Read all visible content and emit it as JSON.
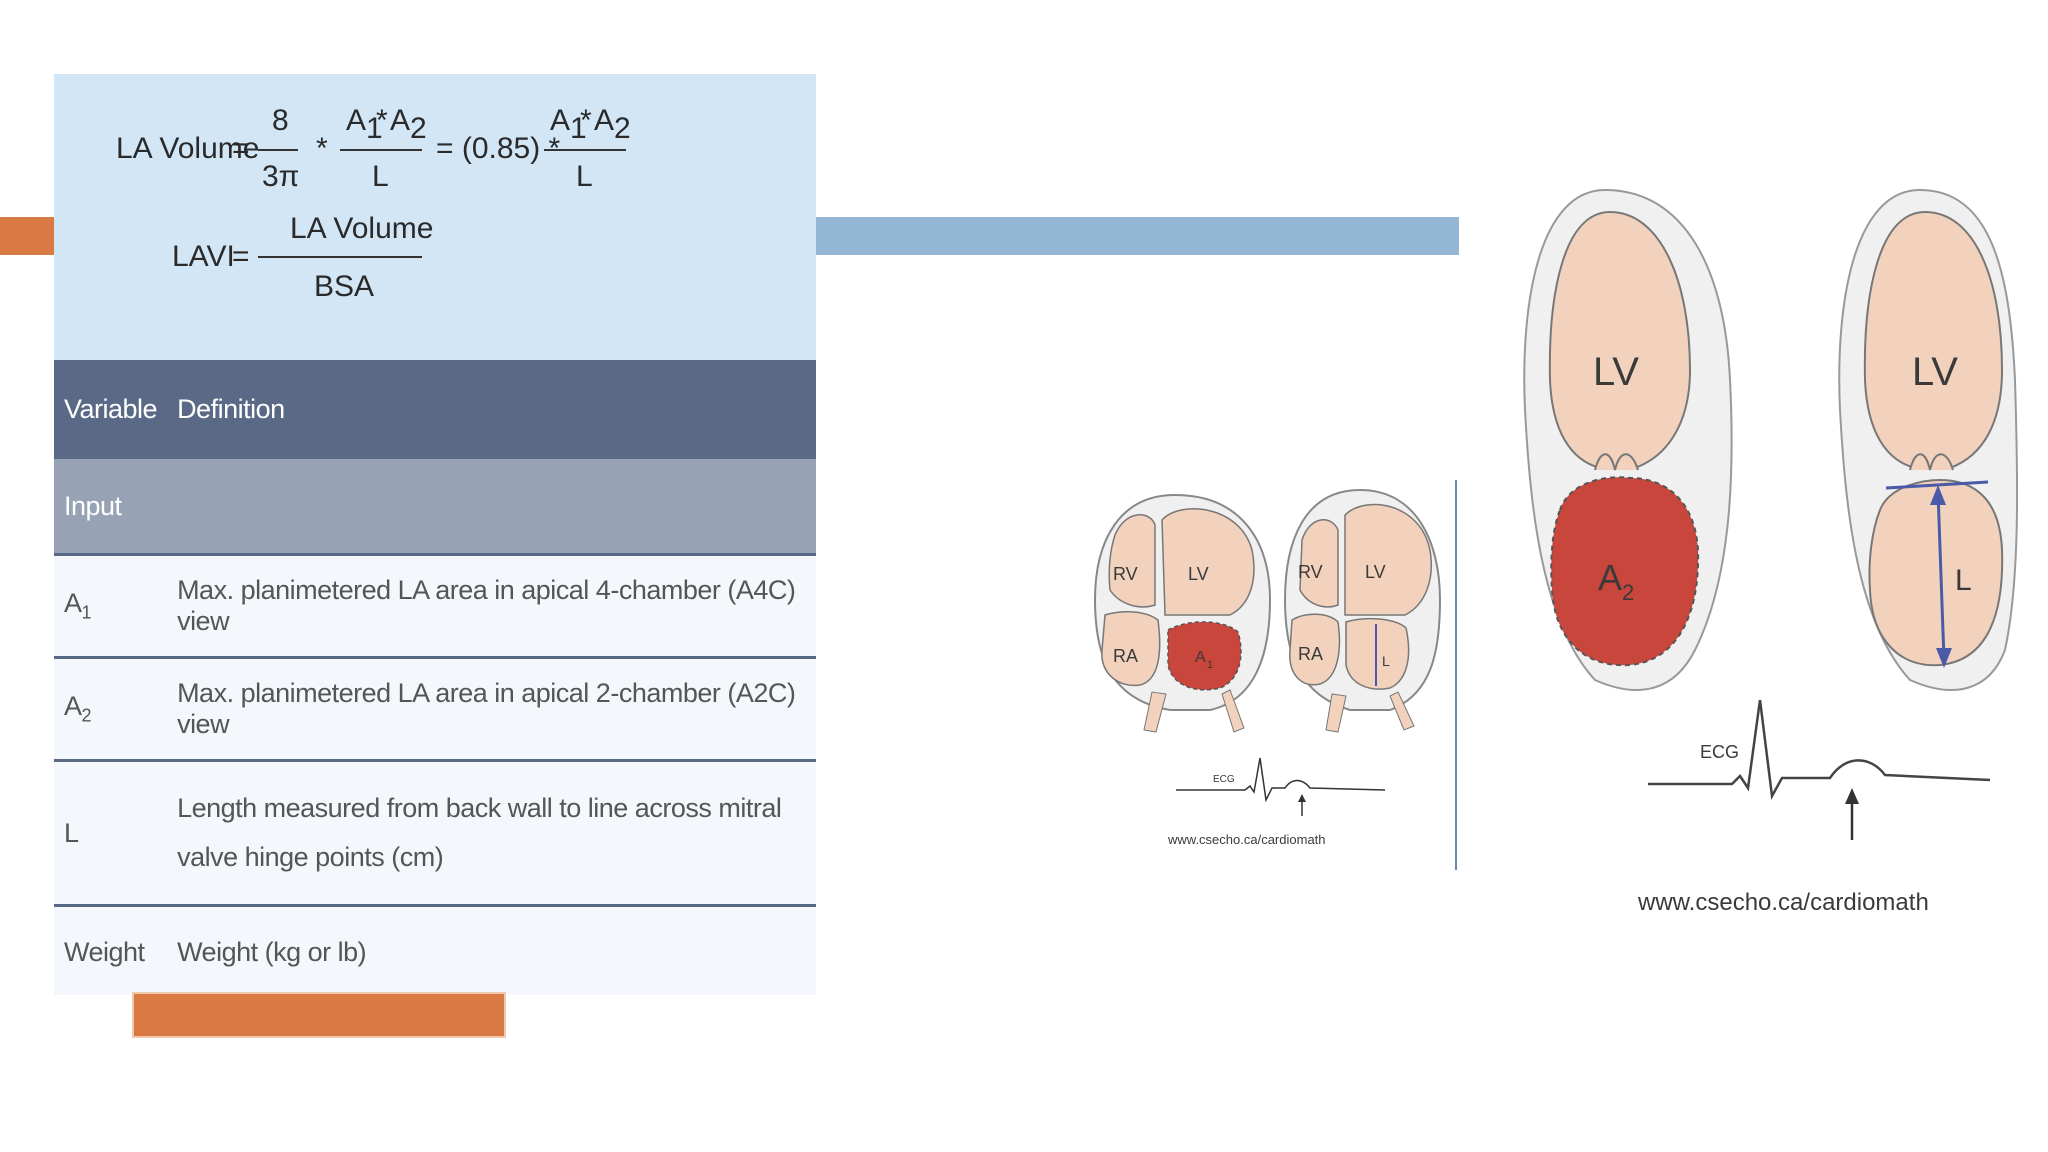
{
  "formula": {
    "la_volume_label": "LA Volume",
    "eq": "=",
    "frac1_num": "8",
    "frac1_den": "3π",
    "times": "*",
    "frac2_num_A1": "A",
    "sub1": "1",
    "frac2_num_A2": "A",
    "sub2": "2",
    "frac2_den": "L",
    "const": "= (0.85) *",
    "lavi_label": "LAVI",
    "lavi_num": "LA Volume",
    "lavi_den": "BSA"
  },
  "table": {
    "headers": [
      "Variable",
      "Definition"
    ],
    "section": "Input",
    "rows": [
      {
        "var": "A",
        "sub": "1",
        "definition": "Max. planimetered LA area in apical 4-chamber (A4C) view"
      },
      {
        "var": "A",
        "sub": "2",
        "definition": "Max. planimetered LA area in apical 2-chamber (A2C) view"
      },
      {
        "var": "L",
        "sub": "",
        "definition": "Length measured from back wall to line across mitral valve hinge points (cm)"
      },
      {
        "var": "Weight",
        "sub": "",
        "definition": "Weight (kg or lb)"
      }
    ]
  },
  "diagram_small": {
    "labels": {
      "rv1": "RV",
      "lv1": "LV",
      "ra1": "RA",
      "a1": "A",
      "a1_sub": "1",
      "rv2": "RV",
      "lv2": "LV",
      "ra2": "RA",
      "l2": "L"
    },
    "ecg": "ECG",
    "url": "www.csecho.ca/cardiomath"
  },
  "diagram_large": {
    "labels": {
      "lv1": "LV",
      "a2": "A",
      "a2_sub": "2",
      "lv2": "LV",
      "l": "L"
    },
    "ecg": "ECG",
    "url": "www.csecho.ca/cardiomath"
  },
  "colors": {
    "orange": "#d97a45",
    "blue_bar": "#93b6d4",
    "panel_bg": "#d3e6f6",
    "header_bg": "#5a6a86",
    "atrium_red": "#c9463d",
    "chamber": "#f2d2bd"
  }
}
